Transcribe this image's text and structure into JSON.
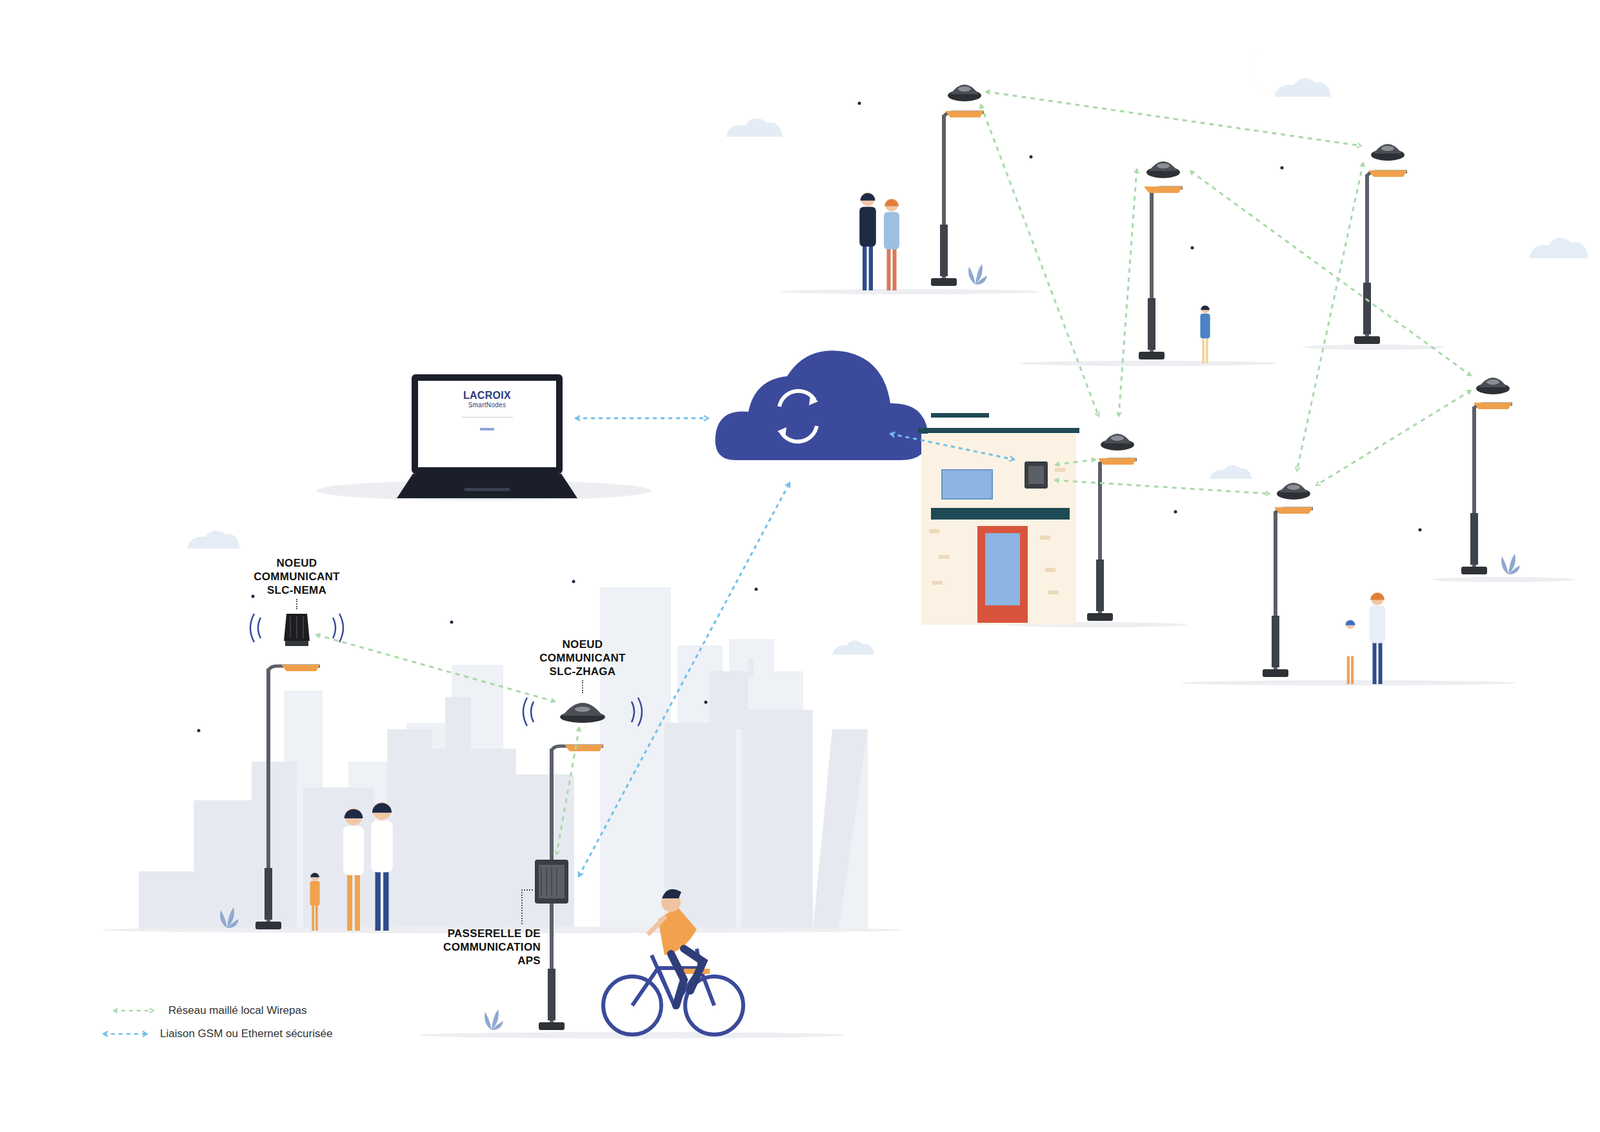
{
  "diagram": {
    "nodes": [
      {
        "text": [
          "LACROIX",
          "SmartNodes"
        ]
      },
      {
        "text": [
          "NOEUD COMMUNICANT SLC-NEMA"
        ]
      },
      {
        "text": [
          "NOEUD COMMUNICANT SLC-ZHAGA"
        ]
      },
      {
        "text": [
          "PASSERELLE DE COMMUNICATION APS"
        ]
      }
    ],
    "edges": [
      {
        "from": 1,
        "to": 2,
        "arrow": "both"
      },
      {
        "from": 2,
        "to": 3,
        "arrow": "both"
      }
    ],
    "legend": [
      {
        "text": "Réseau maillé local Wirepas"
      },
      {
        "text": "Liaison GSM ou Ethernet sécurisée"
      }
    ]
  }
}
